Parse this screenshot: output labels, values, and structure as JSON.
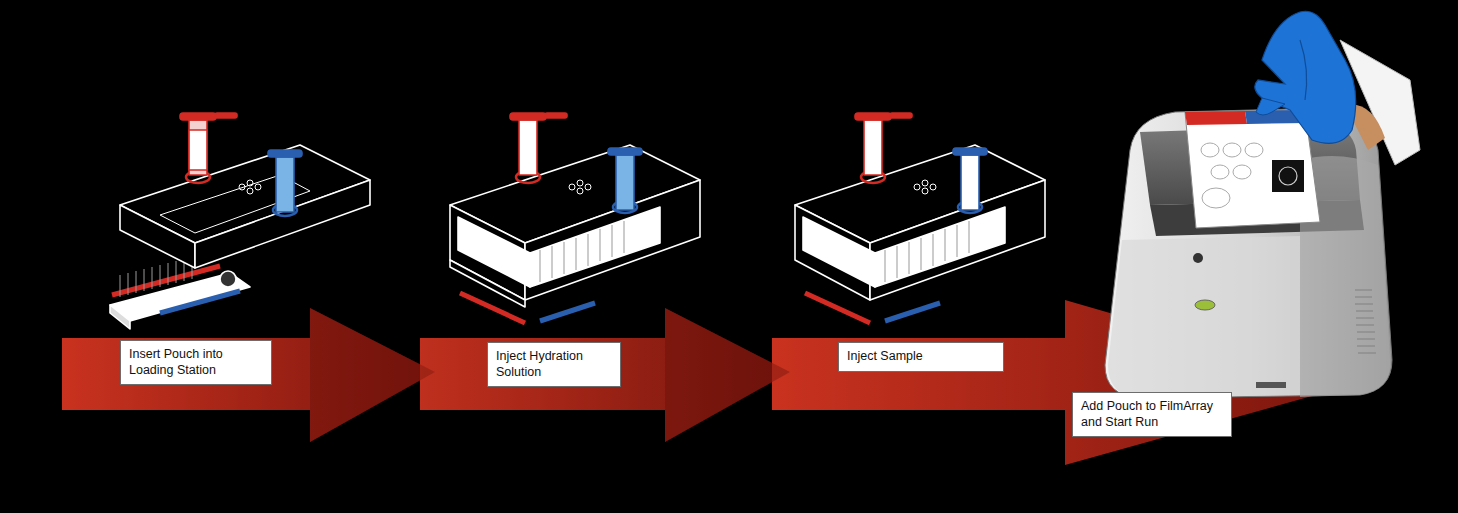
{
  "diagram": {
    "nodes": [
      {
        "text": [
          "Insert Pouch into Loading Station"
        ]
      },
      {
        "text": [
          "Inject Hydration Solution"
        ]
      },
      {
        "text": [
          "Inject Sample"
        ]
      },
      {
        "text": [
          "Add Pouch to FilmArray and Start Run"
        ]
      }
    ]
  }
}
